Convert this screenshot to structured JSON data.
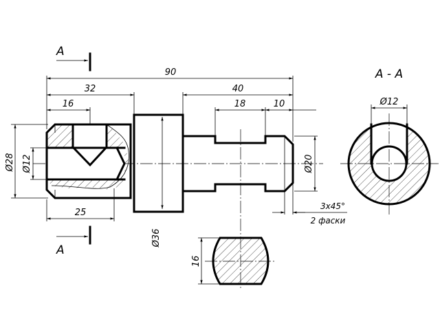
{
  "section_mark": "A",
  "section_title": "A - A",
  "dims": {
    "overall_length": "90",
    "left_length": "32",
    "right_length": "40",
    "groove_offset": "18",
    "groove_to_end": "10",
    "bore_depth": "16",
    "small_depth": "25",
    "d_left": "Ø28",
    "d_bore": "Ø12",
    "d_collar": "Ø36",
    "d_shaft": "Ø20",
    "flat_width": "16",
    "section_bore": "Ø12"
  },
  "notes": {
    "chamfer": "3x45°",
    "chamfer_count": "2 фаски"
  }
}
